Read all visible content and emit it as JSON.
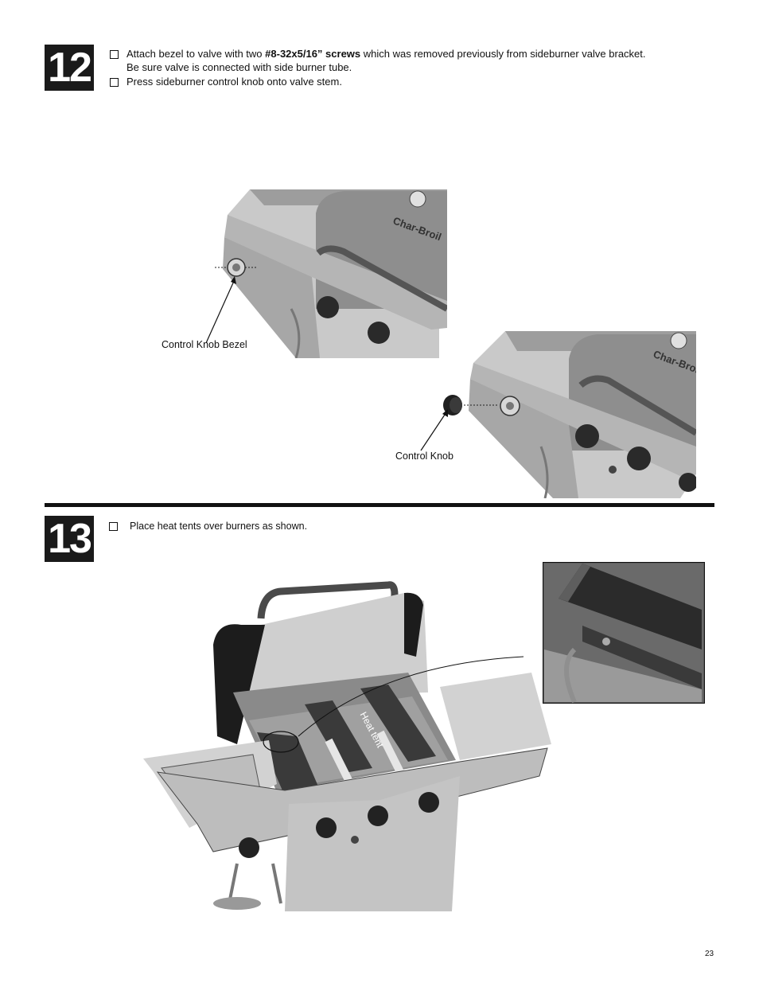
{
  "step12": {
    "number": "12",
    "line1_pre": "Attach  bezel  to  valve  with  two ",
    "line1_bold": "#8-32x5/16”  screws",
    "line1_post": " which  was  removed  previously  from  sideburner  valve  bracket.",
    "line2": "Be  sure  valve  is  connected  with  side  burner  tube.",
    "line3": "Press  sideburner  control  knob  onto  valve  stem.",
    "callout_bezel": "Control  Knob  Bezel",
    "callout_knob": "Control  Knob"
  },
  "step13": {
    "number": "13",
    "line1": "Place heat tents over burners as  shown.",
    "callout_heat_tent": "Heat  tent"
  },
  "page_number": "23"
}
